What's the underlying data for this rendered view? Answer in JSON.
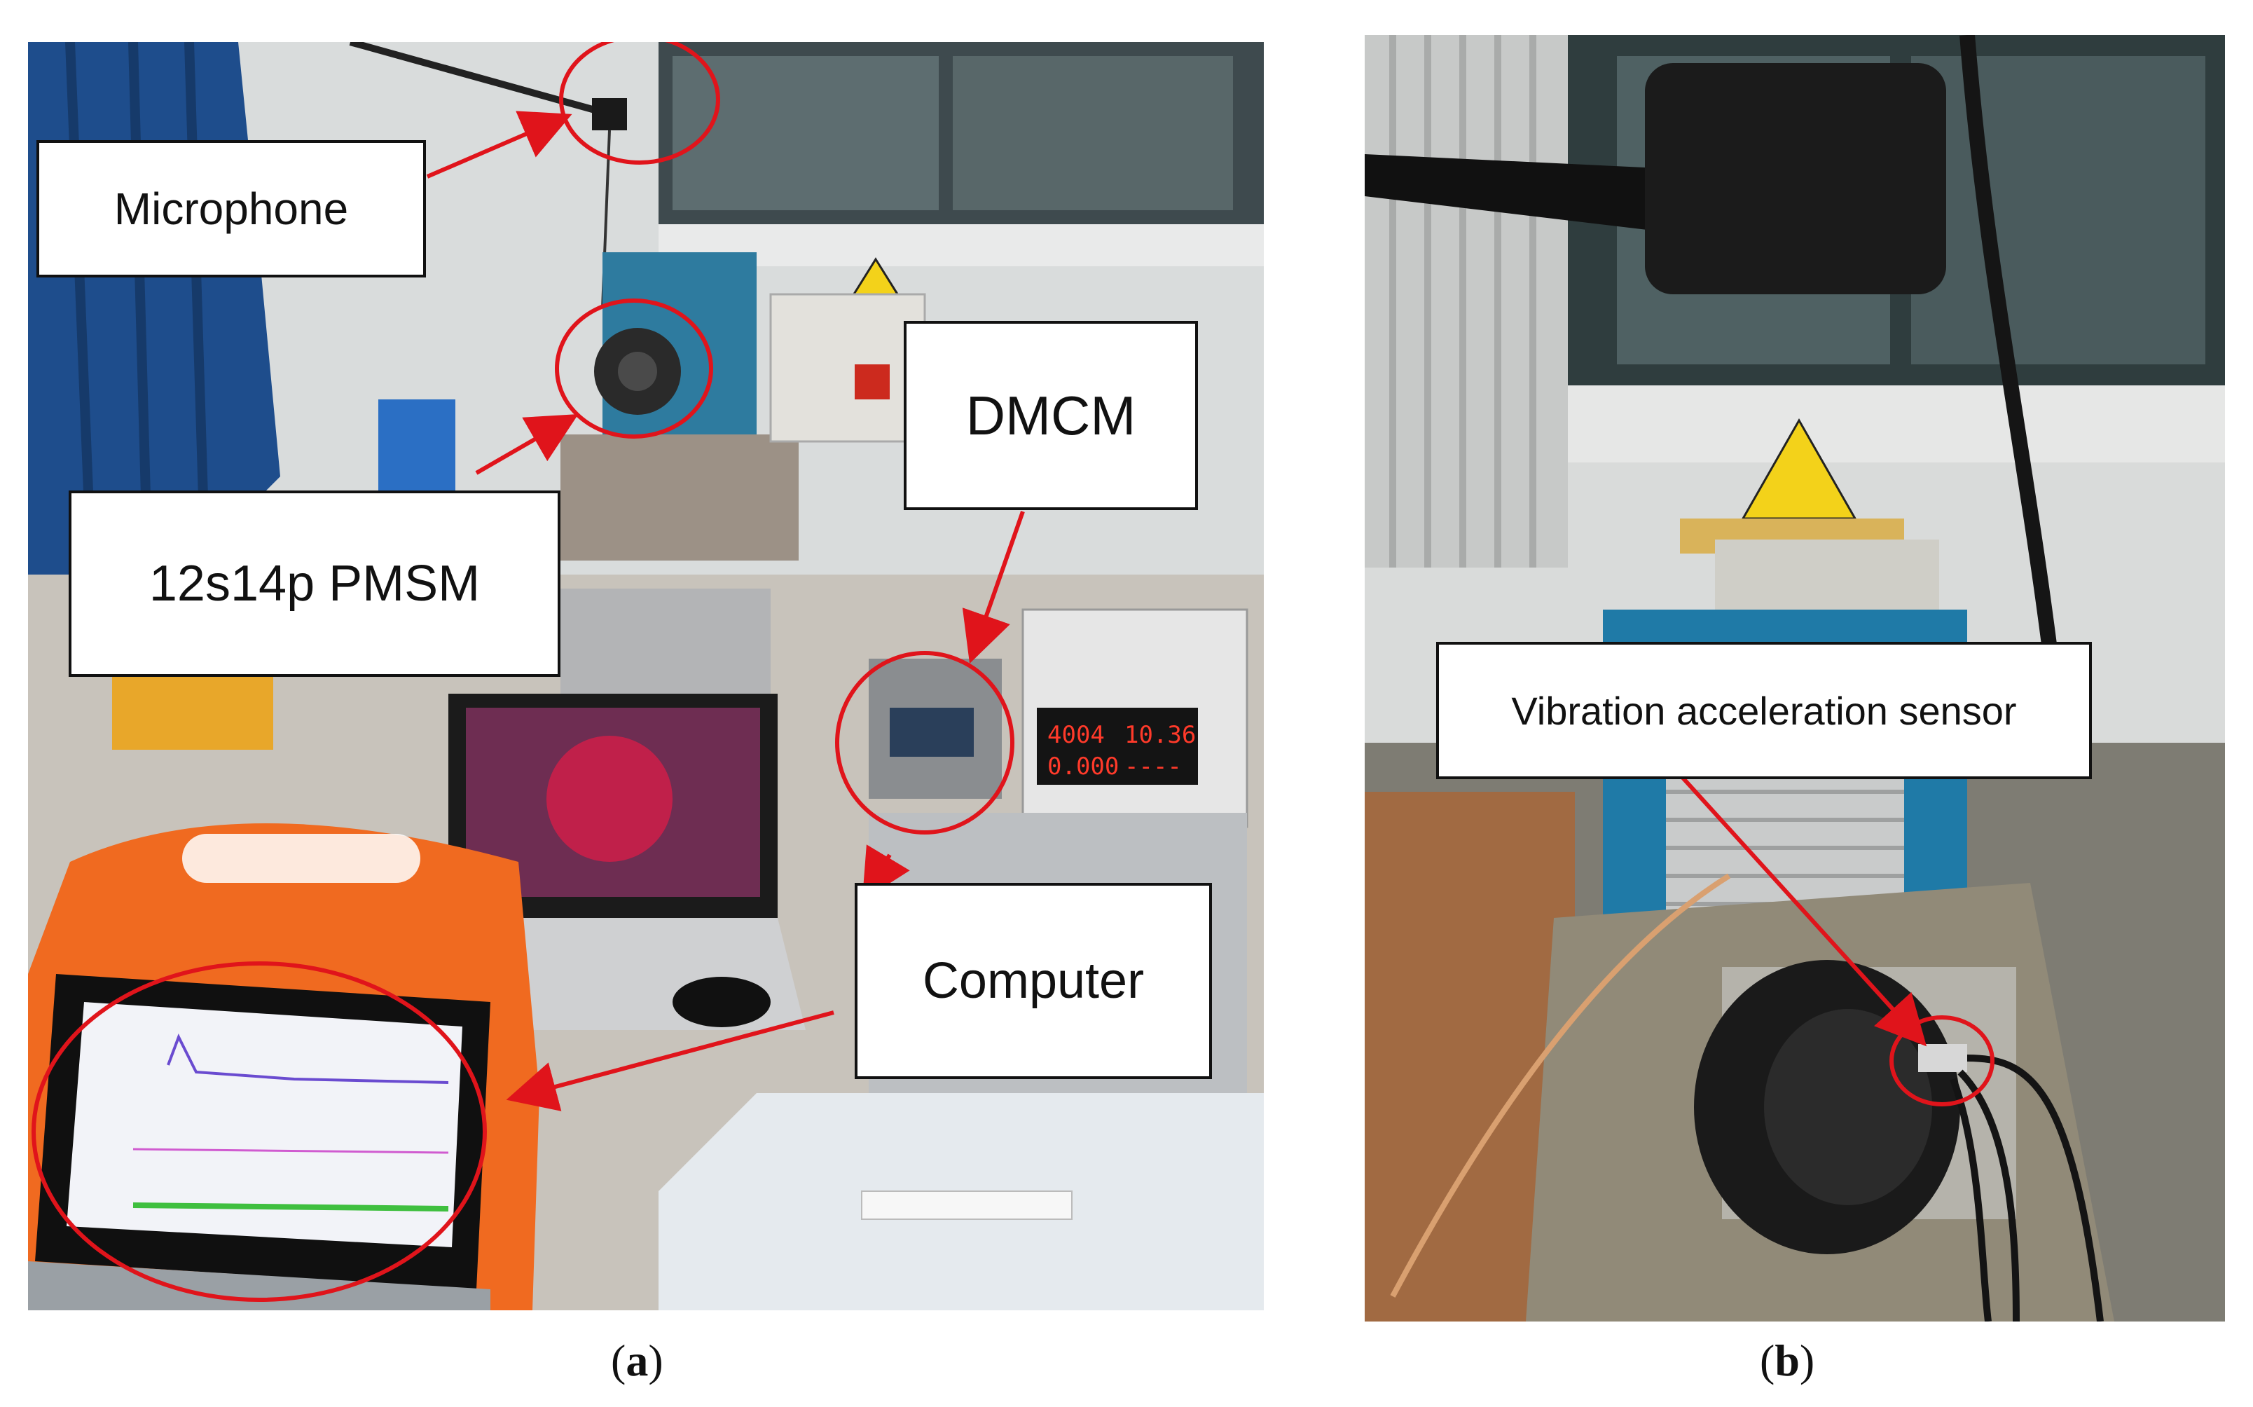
{
  "panel_a": {
    "labels": {
      "microphone": "Microphone",
      "motor": "12s14p PMSM",
      "controller": "DMCM",
      "computer": "Computer"
    },
    "display_readout": {
      "top_left": "4004",
      "top_right": "10.36",
      "bottom_left": "0.000",
      "bottom_right": "----"
    }
  },
  "panel_b": {
    "labels": {
      "sensor": "Vibration acceleration sensor"
    }
  },
  "captions": {
    "a": "a",
    "b": "b",
    "open": "(",
    "close": ")"
  },
  "colors": {
    "annotation": "#e0141b",
    "label_border": "#111111",
    "orange_chair": "#f06a20",
    "curtain": "#1e4d8c"
  }
}
